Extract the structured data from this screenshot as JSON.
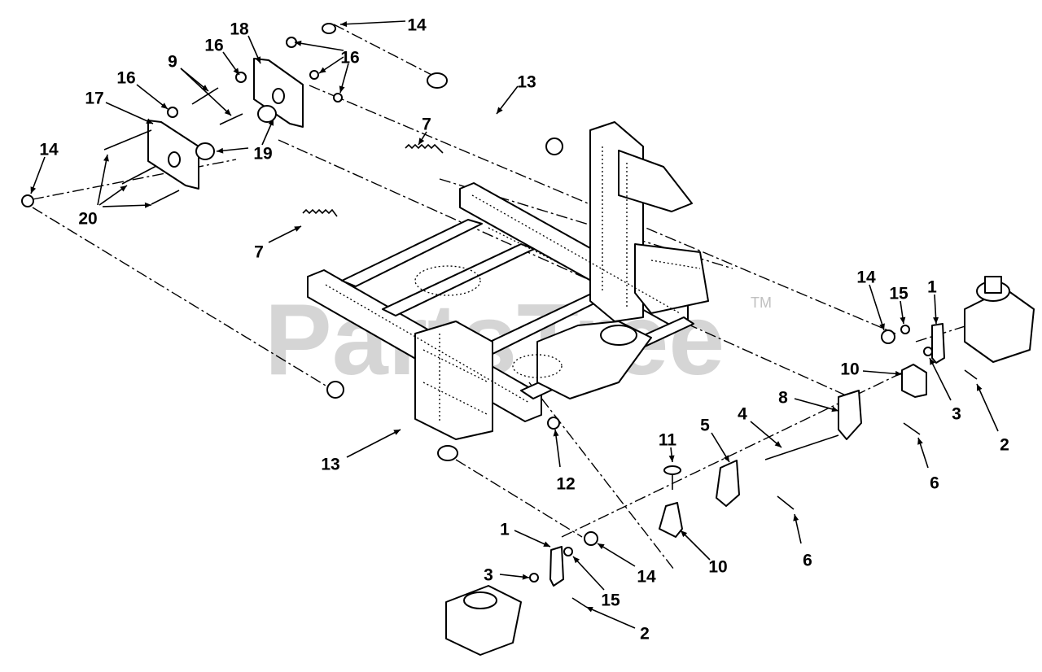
{
  "watermark": {
    "brand": "PartsTree",
    "trademark": "TM"
  },
  "callouts": [
    {
      "id": "c14a",
      "label": "14"
    },
    {
      "id": "c18",
      "label": "18"
    },
    {
      "id": "c16a",
      "label": "16"
    },
    {
      "id": "c16b",
      "label": "16"
    },
    {
      "id": "c9",
      "label": "9"
    },
    {
      "id": "c16c",
      "label": "16"
    },
    {
      "id": "c17",
      "label": "17"
    },
    {
      "id": "c13a",
      "label": "13"
    },
    {
      "id": "c7a",
      "label": "7"
    },
    {
      "id": "c14b",
      "label": "14"
    },
    {
      "id": "c19",
      "label": "19"
    },
    {
      "id": "c20",
      "label": "20"
    },
    {
      "id": "c7b",
      "label": "7"
    },
    {
      "id": "c14c",
      "label": "14"
    },
    {
      "id": "c15a",
      "label": "15"
    },
    {
      "id": "c1a",
      "label": "1"
    },
    {
      "id": "c10a",
      "label": "10"
    },
    {
      "id": "c3a",
      "label": "3"
    },
    {
      "id": "c2a",
      "label": "2"
    },
    {
      "id": "c8",
      "label": "8"
    },
    {
      "id": "c4",
      "label": "4"
    },
    {
      "id": "c5",
      "label": "5"
    },
    {
      "id": "c6a",
      "label": "6"
    },
    {
      "id": "c11",
      "label": "11"
    },
    {
      "id": "c12",
      "label": "12"
    },
    {
      "id": "c13b",
      "label": "13"
    },
    {
      "id": "c6b",
      "label": "6"
    },
    {
      "id": "c1b",
      "label": "1"
    },
    {
      "id": "c14d",
      "label": "14"
    },
    {
      "id": "c10b",
      "label": "10"
    },
    {
      "id": "c3b",
      "label": "3"
    },
    {
      "id": "c15b",
      "label": "15"
    },
    {
      "id": "c2b",
      "label": "2"
    }
  ]
}
